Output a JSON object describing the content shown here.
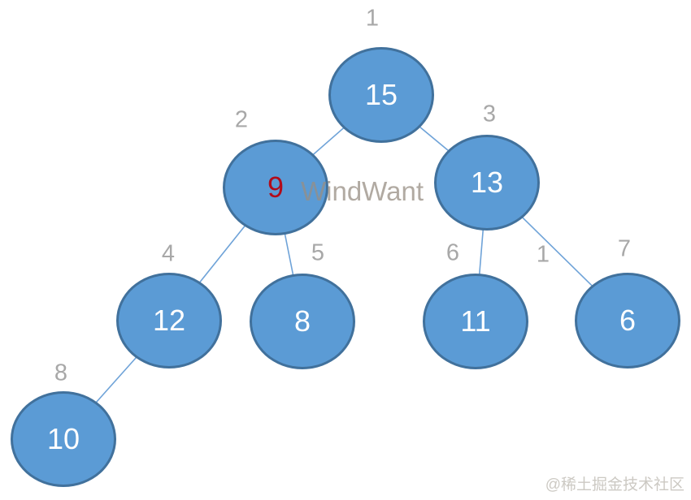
{
  "diagram": {
    "type": "binary-tree",
    "nodes": [
      {
        "value": "15",
        "order_label": "1"
      },
      {
        "value": "9",
        "order_label": "2",
        "highlight": true
      },
      {
        "value": "13",
        "order_label": "3"
      },
      {
        "value": "12",
        "order_label": "4"
      },
      {
        "value": "8",
        "order_label": "5"
      },
      {
        "value": "11",
        "order_label": "6"
      },
      {
        "value": "6",
        "order_label": "7"
      },
      {
        "value": "10",
        "order_label": "8"
      }
    ],
    "extra_label": "1",
    "edges": [
      [
        "15",
        "9"
      ],
      [
        "15",
        "13"
      ],
      [
        "9",
        "12"
      ],
      [
        "9",
        "8"
      ],
      [
        "13",
        "11"
      ],
      [
        "13",
        "6"
      ],
      [
        "12",
        "10"
      ]
    ]
  },
  "watermarks": {
    "center": "WindWant",
    "bottom_right": "@稀土掘金技术社区"
  },
  "colors": {
    "node_fill": "#5b9bd5",
    "node_border": "#41719c",
    "node_text": "#ffffff",
    "highlight_text": "#b20b1a",
    "edge": "#6fa3d8",
    "order_label": "#a8a8a8",
    "watermark": "#b3aca4"
  }
}
